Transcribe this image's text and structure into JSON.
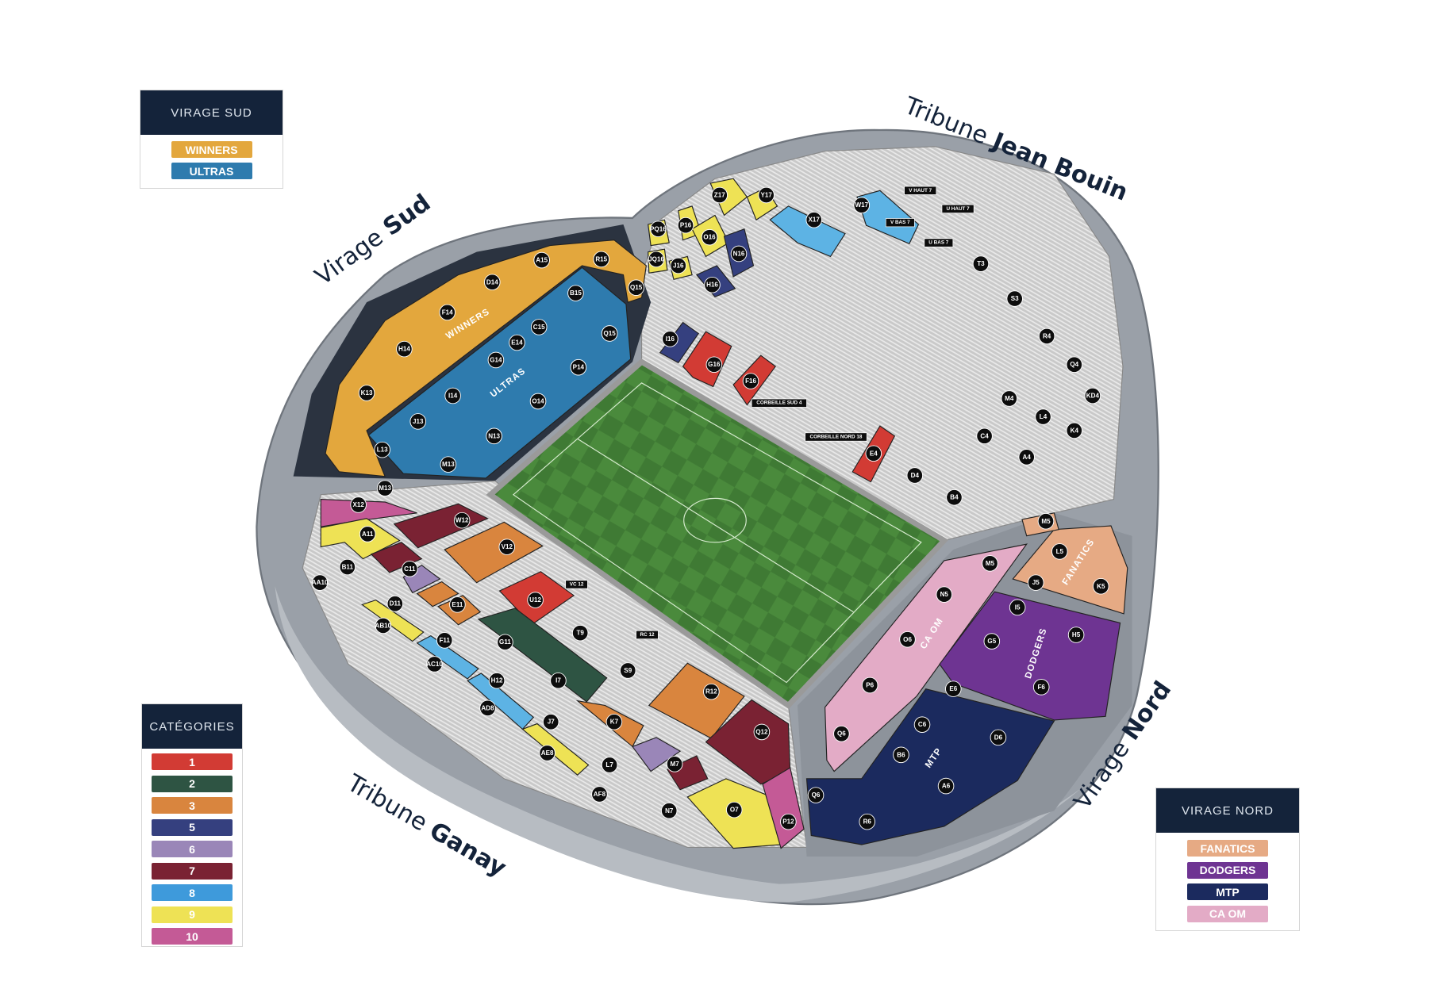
{
  "stands": {
    "virage_sud": {
      "light": "Virage ",
      "bold": "Sud"
    },
    "jean_bouin": {
      "light": "Tribune ",
      "bold": "Jean Bouin"
    },
    "ganay": {
      "light": "Tribune ",
      "bold": "Ganay"
    },
    "virage_nord": {
      "light": "Virage ",
      "bold": "Nord"
    }
  },
  "zones": {
    "winners": "WINNERS",
    "ultras": "ULTRAS",
    "ca_om": "CA OM",
    "dodgers": "DODGERS",
    "fanatics": "FANATICS",
    "mtp": "MTP"
  },
  "section_badges": [
    "A15",
    "R15",
    "D14",
    "Q15",
    "B15",
    "F14",
    "C15",
    "Q15",
    "E14",
    "H14",
    "G14",
    "P14",
    "K13",
    "I14",
    "O14",
    "J13",
    "N13",
    "L13",
    "M13",
    "M13",
    "Z17",
    "Y17",
    "W17",
    "X17",
    "PQ16",
    "P16",
    "O16",
    "N16",
    "JQ16",
    "J16",
    "H16",
    "I16",
    "G16",
    "F16",
    "T3",
    "S3",
    "R4",
    "Q4",
    "KD4",
    "M4",
    "L4",
    "C4",
    "K4",
    "A4",
    "E4",
    "D4",
    "B4",
    "X12",
    "W12",
    "A11",
    "V12",
    "B11",
    "C11",
    "AA10",
    "U12",
    "D11",
    "E11",
    "AB10",
    "T9",
    "F11",
    "G11",
    "AC10",
    "S9",
    "H12",
    "I7",
    "R12",
    "AD8",
    "J7",
    "K7",
    "Q12",
    "AE8",
    "L7",
    "M7",
    "AF8",
    "N7",
    "O7",
    "P12",
    "M5",
    "L5",
    "M5",
    "J5",
    "K5",
    "N5",
    "I5",
    "O6",
    "G5",
    "H5",
    "E6",
    "P6",
    "F6",
    "C6",
    "D6",
    "Q6",
    "B6",
    "A6",
    "Q6",
    "R6"
  ],
  "section_tags": [
    "V HAUT 7",
    "U HAUT 7",
    "V BAS 7",
    "U BAS 7",
    "CORBEILLE SUD 4",
    "CORBEILLE NORD 18",
    "VC 12",
    "RC 12"
  ],
  "legend_virage_sud": {
    "title": "VIRAGE SUD",
    "items": [
      {
        "label": "WINNERS",
        "color": "#E3A73D"
      },
      {
        "label": "ULTRAS",
        "color": "#2E7BAE"
      }
    ]
  },
  "legend_categories": {
    "title": "CATÉGORIES",
    "items": [
      {
        "label": "1",
        "color": "#D23B34"
      },
      {
        "label": "2",
        "color": "#2E5443"
      },
      {
        "label": "3",
        "color": "#D9853E"
      },
      {
        "label": "5",
        "color": "#35407F"
      },
      {
        "label": "6",
        "color": "#9A86B8"
      },
      {
        "label": "7",
        "color": "#7A2233"
      },
      {
        "label": "8",
        "color": "#3E9ADB"
      },
      {
        "label": "9",
        "color": "#EEE255"
      },
      {
        "label": "10",
        "color": "#C45A96"
      }
    ]
  },
  "legend_virage_nord": {
    "title": "VIRAGE NORD",
    "items": [
      {
        "label": "FANATICS",
        "color": "#E6AA84"
      },
      {
        "label": "DODGERS",
        "color": "#6E3492"
      },
      {
        "label": "MTP",
        "color": "#1B2A5E"
      },
      {
        "label": "CA OM",
        "color": "#E3ABC6"
      }
    ]
  }
}
